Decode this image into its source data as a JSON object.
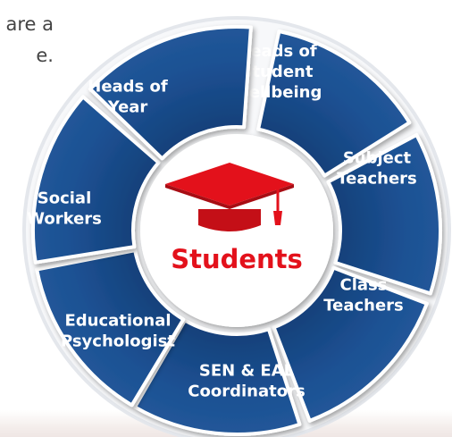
{
  "background_text": {
    "line1": "are a",
    "line2": "e."
  },
  "center": {
    "label": "Students",
    "icon": "graduation-cap-icon"
  },
  "colors": {
    "segment": "#1b4d8c",
    "accent": "#e3111b",
    "center_bg": "#ffffff"
  },
  "segments": [
    {
      "lines": [
        "Heads of",
        "Student",
        "Wellbeing"
      ]
    },
    {
      "lines": [
        "Subject",
        "Teachers"
      ]
    },
    {
      "lines": [
        "Class",
        "Teachers"
      ]
    },
    {
      "lines": [
        "SEN & EAL",
        "Coordinators"
      ]
    },
    {
      "lines": [
        "Educational",
        "Psychologist"
      ]
    },
    {
      "lines": [
        "Social",
        "Workers"
      ]
    },
    {
      "lines": [
        "Heads of",
        "Year"
      ]
    }
  ]
}
